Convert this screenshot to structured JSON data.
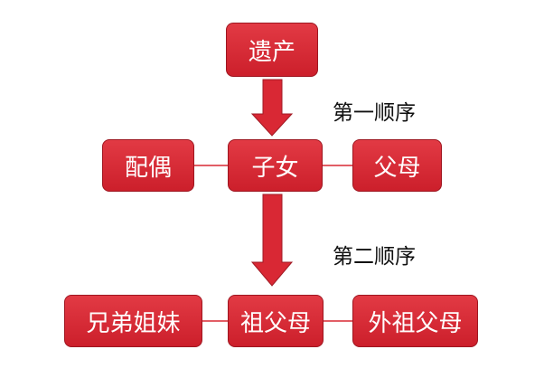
{
  "colors": {
    "node_fill": "#d92834",
    "node_border": "#9e1620",
    "node_text": "#ffffff",
    "arrow_fill": "#d92834",
    "connector": "#d92834",
    "label_text": "#111111"
  },
  "nodes": {
    "estate": "遗产",
    "children": "子女",
    "spouse": "配偶",
    "parents": "父母",
    "siblings": "兄弟姐妹",
    "grandparents": "祖父母",
    "maternal_grandparents": "外祖父母"
  },
  "labels": {
    "first_order": "第一顺序",
    "second_order": "第二顺序"
  }
}
